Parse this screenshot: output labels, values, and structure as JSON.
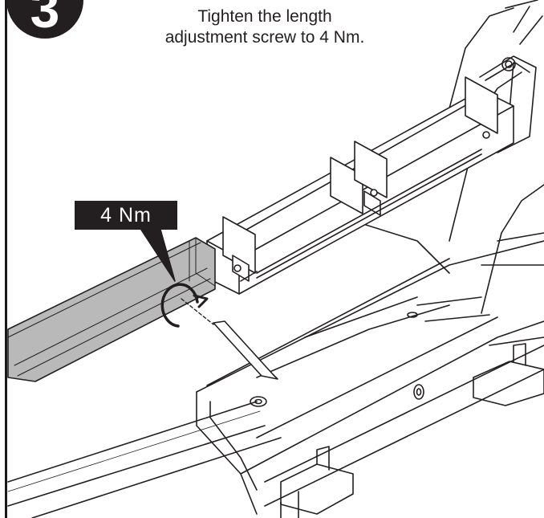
{
  "step": {
    "number": "3"
  },
  "instruction": {
    "line1": "Tighten the length",
    "line2": "adjustment screw to 4 Nm."
  },
  "callout": {
    "torque_label": "4 Nm"
  },
  "colors": {
    "ink": "#231f20",
    "highlight_fill": "#b9b9b9",
    "background": "#ffffff"
  }
}
